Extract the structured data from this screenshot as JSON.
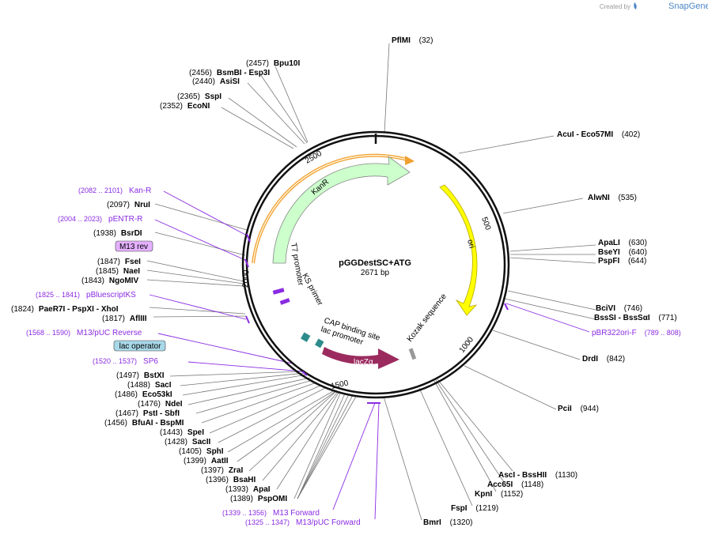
{
  "branding": {
    "created_by": "Created by",
    "product": "SnapGene"
  },
  "plasmid": {
    "name": "pGGDestSC+ATG",
    "length": "2671 bp"
  },
  "ticks": [
    "500",
    "1000",
    "1500",
    "2000",
    "2500"
  ],
  "features": {
    "kanr": "KanR",
    "ori": "ori",
    "lacz": "lacZα",
    "t7": "T7 promoter",
    "ks": "KS primer",
    "cap": "CAP binding site",
    "lacp": "lac promoter",
    "kozak": "Kozak sequence"
  },
  "labels": [
    {
      "id": "pflmi",
      "name": "PflMI",
      "num": "(32)"
    },
    {
      "id": "bpu10i",
      "name": "Bpu10I",
      "num": "(2457)"
    },
    {
      "id": "bsmbi",
      "name": "BsmBI  - Esp3I",
      "num": "(2456)"
    },
    {
      "id": "asisi",
      "name": "AsiSI",
      "num": "(2440)"
    },
    {
      "id": "sspi",
      "name": "SspI",
      "num": "(2365)"
    },
    {
      "id": "econi",
      "name": "EcoNI",
      "num": "(2352)"
    },
    {
      "id": "acui",
      "name": "AcuI  - Eco57MI",
      "num": "(402)"
    },
    {
      "id": "alwni",
      "name": "AlwNI",
      "num": "(535)"
    },
    {
      "id": "apali",
      "name": "ApaLI",
      "num": "(630)"
    },
    {
      "id": "bseyi",
      "name": "BseYI",
      "num": "(640)"
    },
    {
      "id": "pspfi",
      "name": "PspFI",
      "num": "(644)"
    },
    {
      "id": "bcivi",
      "name": "BciVI",
      "num": "(746)"
    },
    {
      "id": "bsssi",
      "name": "BssSI  - BssSαI",
      "num": "(771)"
    },
    {
      "id": "drdi",
      "name": "DrdI",
      "num": "(842)"
    },
    {
      "id": "pcii",
      "name": "PciI",
      "num": "(944)"
    },
    {
      "id": "asci",
      "name": "AscI  - BssHII",
      "num": "(1130)"
    },
    {
      "id": "acc65i",
      "name": "Acc65I",
      "num": "(1148)"
    },
    {
      "id": "kpni",
      "name": "KpnI",
      "num": "(1152)"
    },
    {
      "id": "fspi",
      "name": "FspI",
      "num": "(1219)"
    },
    {
      "id": "bmri",
      "name": "BmrI",
      "num": "(1320)"
    },
    {
      "id": "nrui",
      "name": "NruI",
      "num": "(2097)"
    },
    {
      "id": "bsrdi",
      "name": "BsrDI",
      "num": "(1938)"
    },
    {
      "id": "fsei",
      "name": "FseI",
      "num": "(1847)"
    },
    {
      "id": "naei",
      "name": "NaeI",
      "num": "(1845)"
    },
    {
      "id": "ngomiv",
      "name": "NgoMIV",
      "num": "(1843)"
    },
    {
      "id": "paer7i",
      "name": "PaeR7I  - PspXI  - XhoI",
      "num": "(1824)"
    },
    {
      "id": "aflii",
      "name": "AflIII",
      "num": "(1817)"
    },
    {
      "id": "bstxi",
      "name": "BstXI",
      "num": "(1497)"
    },
    {
      "id": "saci",
      "name": "SacI",
      "num": "(1488)"
    },
    {
      "id": "eco53ki",
      "name": "Eco53kI",
      "num": "(1486)"
    },
    {
      "id": "ndei",
      "name": "NdeI",
      "num": "(1476)"
    },
    {
      "id": "psti",
      "name": "PstI  - SbfI",
      "num": "(1467)"
    },
    {
      "id": "bfuai",
      "name": "BfuAI  - BspMI",
      "num": "(1456)"
    },
    {
      "id": "spei",
      "name": "SpeI",
      "num": "(1443)"
    },
    {
      "id": "sacii",
      "name": "SacII",
      "num": "(1428)"
    },
    {
      "id": "sphi",
      "name": "SphI",
      "num": "(1405)"
    },
    {
      "id": "aatii",
      "name": "AatII",
      "num": "(1399)"
    },
    {
      "id": "zrai",
      "name": "ZraI",
      "num": "(1397)"
    },
    {
      "id": "bsahi",
      "name": "BsaHI",
      "num": "(1396)"
    },
    {
      "id": "apai",
      "name": "ApaI",
      "num": "(1393)"
    },
    {
      "id": "pspomi",
      "name": "PspOMI",
      "num": "(1389)"
    }
  ],
  "primers": [
    {
      "id": "kanr",
      "name": "Kan-R",
      "num": "(2082 .. 2101)"
    },
    {
      "id": "pentr",
      "name": "pENTR-R",
      "num": "(2004 .. 2023)"
    },
    {
      "id": "pbks",
      "name": "pBluescriptKS",
      "num": "(1825 .. 1841)"
    },
    {
      "id": "m13puc",
      "name": "M13/pUC Reverse",
      "num": "(1568 .. 1590)"
    },
    {
      "id": "sp6",
      "name": "SP6",
      "num": "(1520 .. 1537)"
    },
    {
      "id": "pbr",
      "name": "pBR322ori-F",
      "num": "(789 .. 808)"
    },
    {
      "id": "m13fwd",
      "name": "M13 Forward",
      "num": "(1339 .. 1356)"
    },
    {
      "id": "m13pucf",
      "name": "M13/pUC Forward",
      "num": "(1325 .. 1347)"
    }
  ],
  "boxes": {
    "m13rev": "M13 rev",
    "lacop": "lac operator"
  },
  "colors": {
    "kanr": "#ccffcc",
    "ori": "#ffff00",
    "lacz": "#9b2b5f",
    "primer": "#8a2be2",
    "orange": "#f0a030",
    "teal": "#2e8b8b"
  }
}
